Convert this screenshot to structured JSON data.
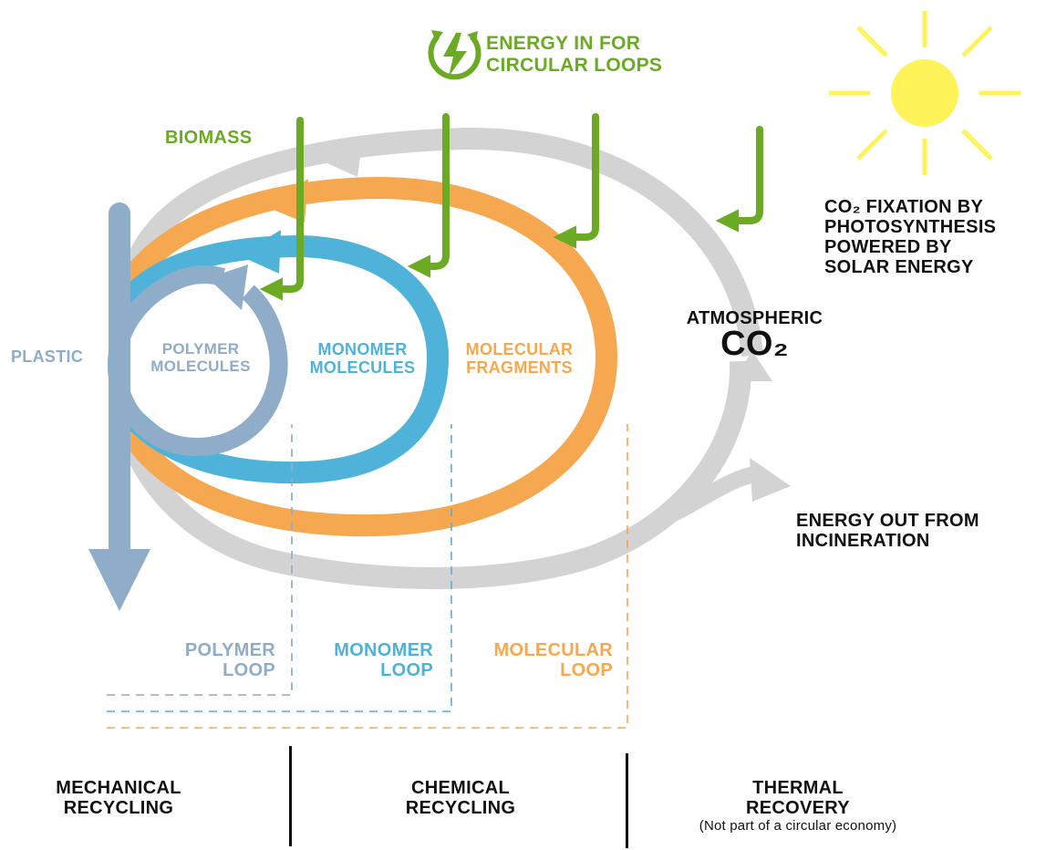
{
  "colors": {
    "plastic_blue": "#8facc8",
    "monomer_blue": "#4fb3d9",
    "molecular_orange": "#f5a84f",
    "thermal_gray": "#d3d3d3",
    "energy_green": "#6aab23",
    "sun_yellow": "#fff35a",
    "text_black": "#111111"
  },
  "icons": {
    "energy": "lightning-bolt-circular-arrows-icon",
    "sun": "sun-icon"
  },
  "labels": {
    "energy_in_line1": "ENERGY IN FOR",
    "energy_in_line2": "CIRCULAR LOOPS",
    "biomass": "BIOMASS",
    "co2_fixation_line1": "CO₂ FIXATION BY",
    "co2_fixation_line2": "PHOTOSYNTHESIS",
    "co2_fixation_line3": "POWERED BY",
    "co2_fixation_line4": "SOLAR ENERGY",
    "atmospheric": "ATMOSPHERIC",
    "co2": "CO₂",
    "plastic": "PLASTIC",
    "polymer_molecules_line1": "POLYMER",
    "polymer_molecules_line2": "MOLECULES",
    "monomer_molecules_line1": "MONOMER",
    "monomer_molecules_line2": "MOLECULES",
    "molecular_fragments_line1": "MOLECULAR",
    "molecular_fragments_line2": "FRAGMENTS",
    "energy_out_line1": "ENERGY OUT FROM",
    "energy_out_line2": "INCINERATION",
    "polymer_loop_line1": "POLYMER",
    "polymer_loop_line2": "LOOP",
    "monomer_loop_line1": "MONOMER",
    "monomer_loop_line2": "LOOP",
    "molecular_loop_line1": "MOLECULAR",
    "molecular_loop_line2": "LOOP"
  },
  "categories": {
    "mechanical_line1": "MECHANICAL",
    "mechanical_line2": "RECYCLING",
    "chemical_line1": "CHEMICAL",
    "chemical_line2": "RECYCLING",
    "thermal_line1": "THERMAL",
    "thermal_line2": "RECOVERY",
    "thermal_note": "(Not part of a circular economy)"
  }
}
